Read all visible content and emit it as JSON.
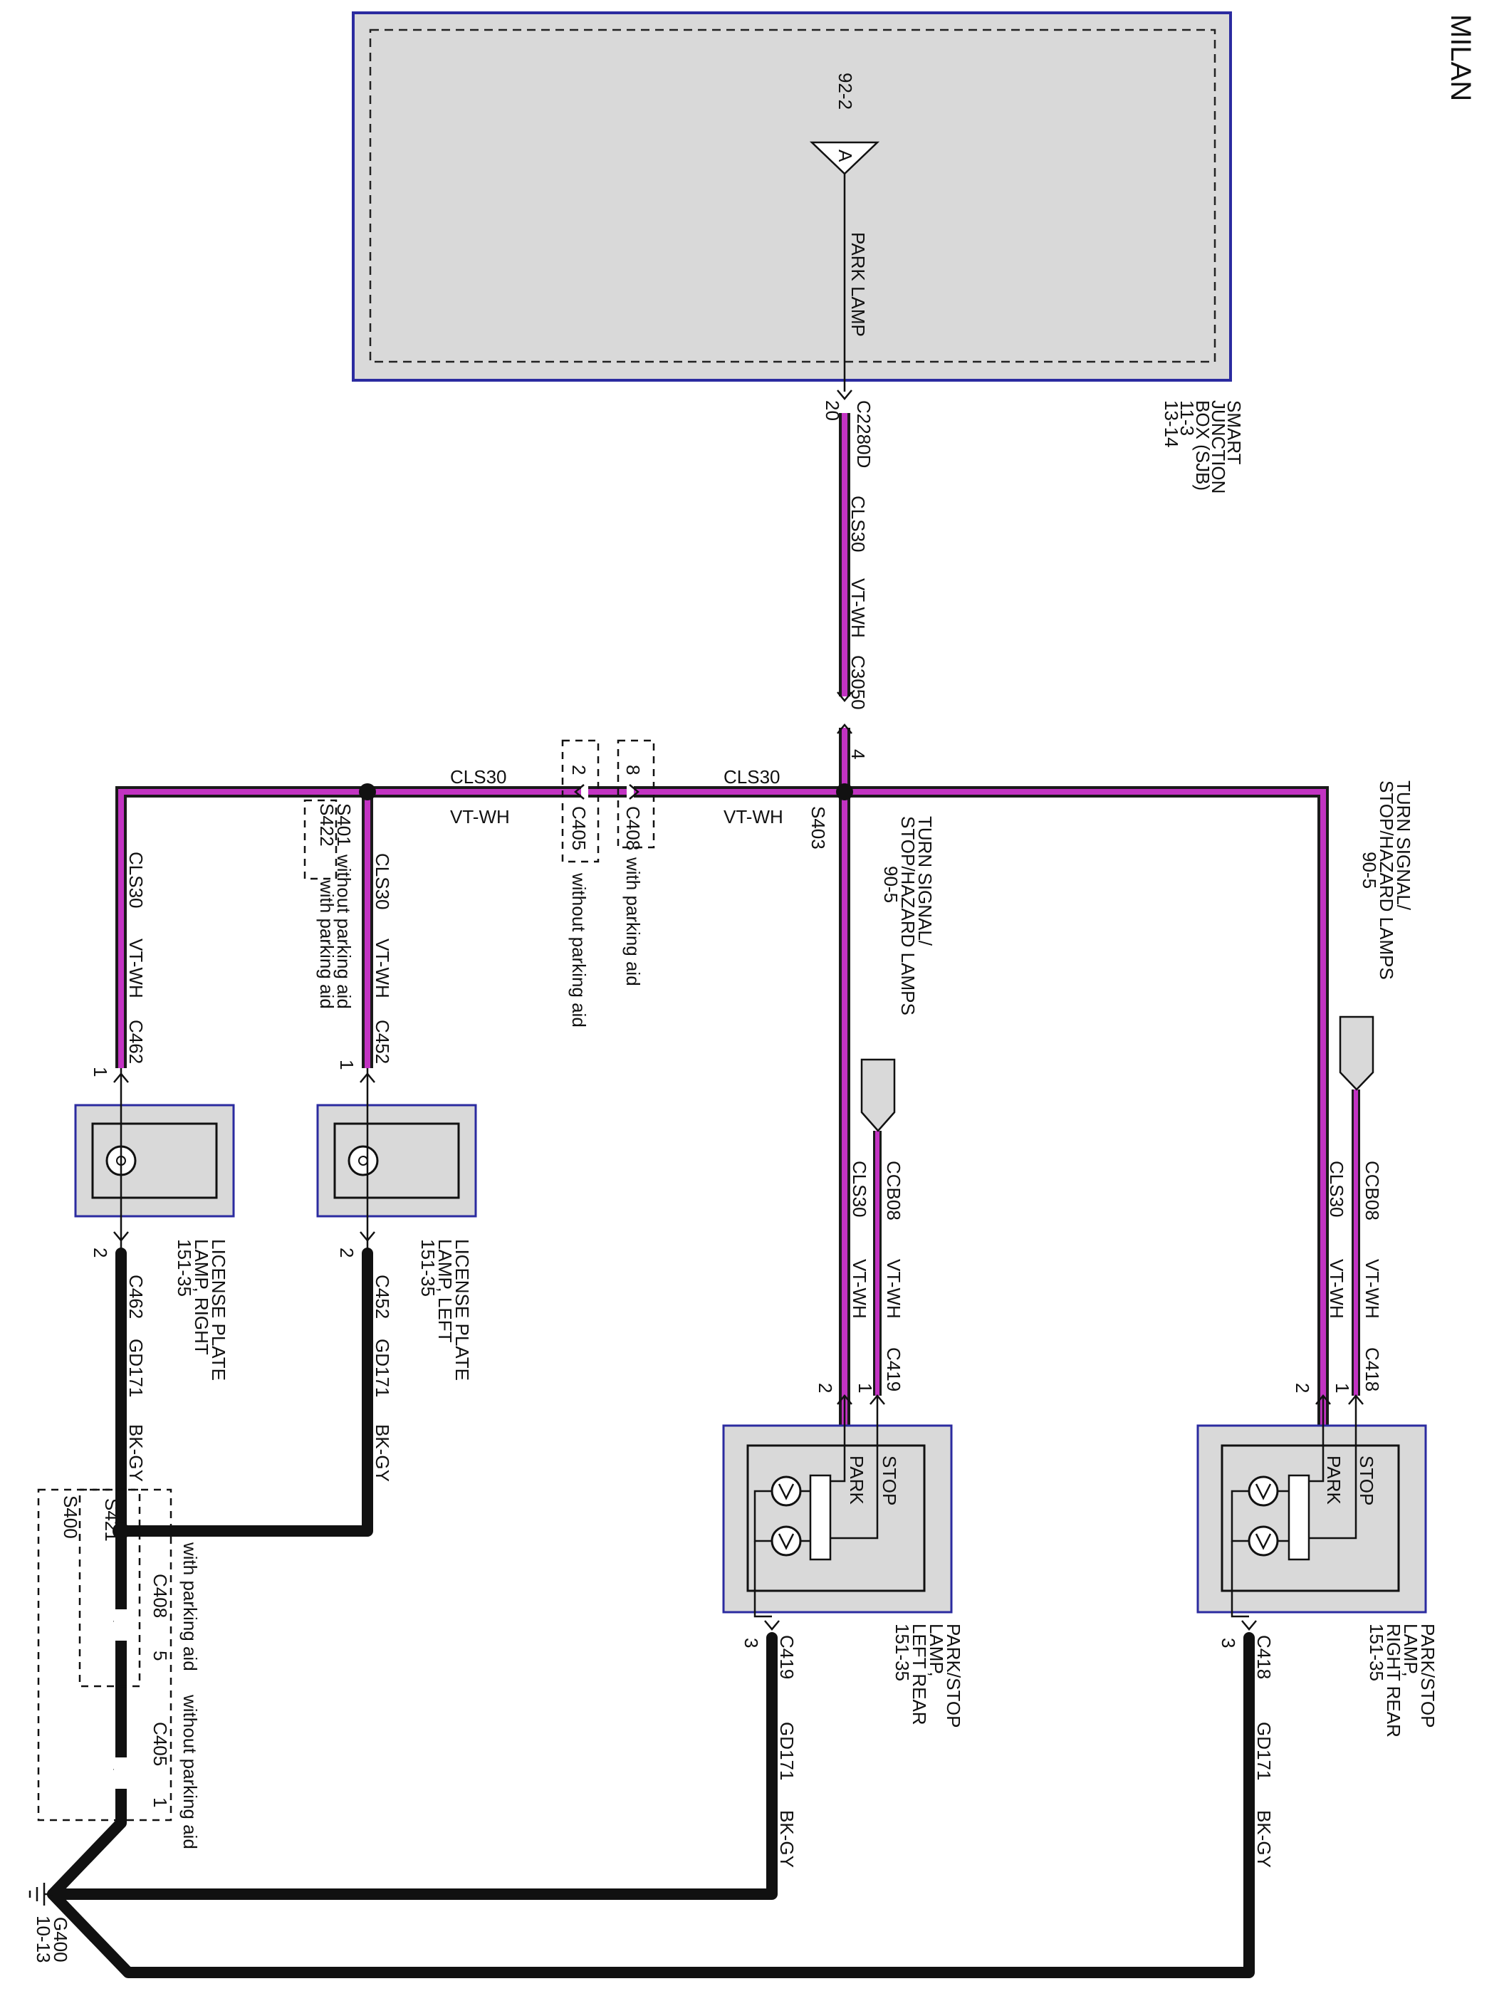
{
  "title": "MILAN",
  "colors": {
    "wire_core": "#c233c2",
    "wire_outline": "#1a1a1a",
    "box_border": "#2b2ba0",
    "box_fill": "#d9d9d9"
  },
  "sjb": {
    "name_lines": [
      "SMART",
      "JUNCTION",
      "BOX (SJB)",
      "11-3",
      "13-14"
    ],
    "internal_label": "PARK LAMP",
    "ref_symbol": "A",
    "ref_page": "92-2",
    "connector": "C2280D",
    "pin": "20"
  },
  "main_wire": {
    "circuit": "CLS30",
    "color": "VT-WH",
    "inline_connector": "C3050",
    "inline_pin": "4"
  },
  "splice_main": "S403",
  "branch_wire": {
    "circuit": "CLS30",
    "color": "VT-WH"
  },
  "c408_top": {
    "connector": "C408",
    "pin": "8",
    "note": "with parking aid"
  },
  "c405_top": {
    "connector": "C405",
    "pin": "2",
    "note": "without parking aid"
  },
  "lp_splice": {
    "s401": "S401",
    "s401_note": "without parking aid",
    "s422": "S422",
    "s422_note": "with parking aid"
  },
  "turn_left": {
    "lines": [
      "TURN SIGNAL/",
      "STOP/HAZARD LAMPS",
      "90-5"
    ]
  },
  "turn_right": {
    "lines": [
      "TURN SIGNAL/",
      "STOP/HAZARD LAMPS",
      "90-5"
    ]
  },
  "lamp_right_rear": {
    "name_lines": [
      "PARK/STOP",
      "LAMP,",
      "RIGHT REAR",
      "151-35"
    ],
    "connector": "C418",
    "pin_park": "2",
    "pin_stop": "1",
    "pin_gnd": "3",
    "stop_label": "STOP",
    "park_label": "PARK",
    "stop_wire": {
      "circuit": "CCB08",
      "color": "VT-WH"
    },
    "park_wire": {
      "circuit": "CLS30",
      "color": "VT-WH"
    },
    "gnd_wire": {
      "circuit": "GD171",
      "color": "BK-GY"
    }
  },
  "lamp_left_rear": {
    "name_lines": [
      "PARK/STOP",
      "LAMP,",
      "LEFT REAR",
      "151-35"
    ],
    "connector": "C419",
    "pin_park": "2",
    "pin_stop": "1",
    "pin_gnd": "3",
    "stop_label": "STOP",
    "park_label": "PARK",
    "stop_wire": {
      "circuit": "CCB08",
      "color": "VT-WH"
    },
    "park_wire": {
      "circuit": "CLS30",
      "color": "VT-WH"
    },
    "gnd_wire": {
      "circuit": "GD171",
      "color": "BK-GY"
    }
  },
  "lp_left": {
    "name_lines": [
      "LICENSE PLATE",
      "LAMP, LEFT",
      "151-35"
    ],
    "connector": "C452",
    "pin_in": "1",
    "pin_gnd": "2",
    "feed_wire": {
      "circuit": "CLS30",
      "color": "VT-WH"
    },
    "gnd_wire": {
      "circuit": "GD171",
      "color": "BK-GY"
    }
  },
  "lp_right": {
    "name_lines": [
      "LICENSE PLATE",
      "LAMP, RIGHT",
      "151-35"
    ],
    "connector": "C462",
    "pin_in": "1",
    "pin_gnd": "2",
    "feed_wire": {
      "circuit": "CLS30",
      "color": "VT-WH"
    },
    "gnd_wire": {
      "circuit": "GD171",
      "color": "BK-GY"
    }
  },
  "ground_section": {
    "s421": "S421",
    "s400": "S400",
    "c408": "C408",
    "c408_pin": "5",
    "c408_note": "with parking aid",
    "c405": "C405",
    "c405_pin": "1",
    "c405_note": "without parking aid",
    "ground": "G400",
    "ground_ref": "10-13"
  }
}
